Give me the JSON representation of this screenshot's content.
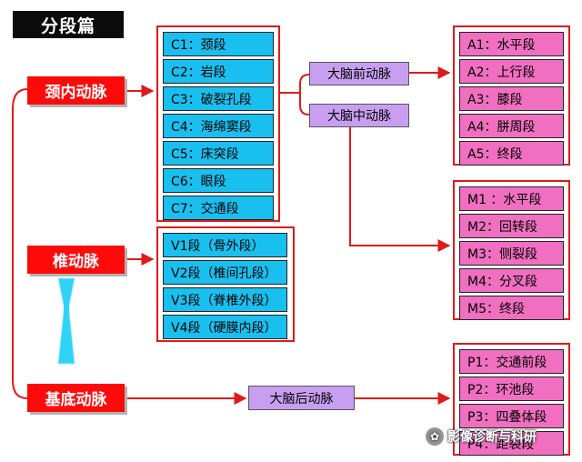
{
  "title": "分段篇",
  "arteries": {
    "ica": "颈内动脉",
    "va": "椎动脉",
    "ba": "基底动脉"
  },
  "branches": {
    "aca": "大脑前动脉",
    "mca": "大脑中动脉",
    "pca": "大脑后动脉"
  },
  "c_segments": [
    "C1：颈段",
    "C2：岩段",
    "C3：破裂孔段",
    "C4：海绵窦段",
    "C5：床突段",
    "C6：眼段",
    "C7：交通段"
  ],
  "v_segments": [
    "V1段（骨外段）",
    "V2段（椎间孔段）",
    "V3段（脊椎外段）",
    "V4段（硬膜内段）"
  ],
  "a_segments": [
    "A1：水平段",
    "A2：上行段",
    "A3：膝段",
    "A4：胼周段",
    "A5：终段"
  ],
  "m_segments": [
    "M1 ：水平段",
    "M2：回转段",
    "M3：侧裂段",
    "M4：分叉段",
    "M5：终段"
  ],
  "p_segments": [
    "P1：交通前段",
    "P2：环池段",
    "P3：四叠体段",
    "P4：距裂段"
  ],
  "watermark": "影像诊断与科研",
  "colors": {
    "red": "#ff0a0a",
    "cyan": "#19bfee",
    "pink": "#f06fc0",
    "purple": "#c89ff0",
    "frame": "#e01a1a"
  }
}
